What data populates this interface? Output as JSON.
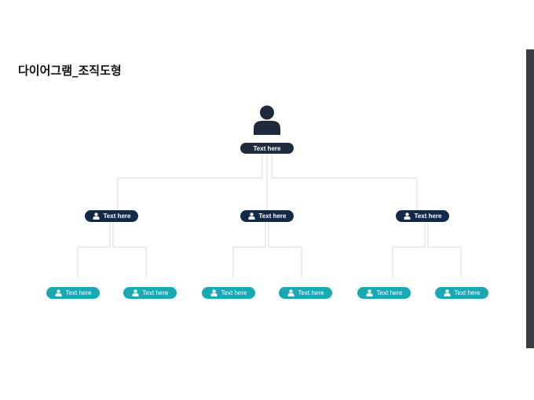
{
  "title": "다이어그램_조직도형",
  "root": {
    "label": "Text here",
    "icon": "person-icon",
    "color": "#1f2a3c"
  },
  "level1": [
    {
      "label": "Text here",
      "icon": "person-icon"
    },
    {
      "label": "Text here",
      "icon": "person-icon"
    },
    {
      "label": "Text here",
      "icon": "person-icon"
    }
  ],
  "level2": [
    {
      "label": "Text here",
      "icon": "person-icon"
    },
    {
      "label": "Text here",
      "icon": "person-icon"
    },
    {
      "label": "Text here",
      "icon": "person-icon"
    },
    {
      "label": "Text here",
      "icon": "person-icon"
    },
    {
      "label": "Text here",
      "icon": "person-icon"
    },
    {
      "label": "Text here",
      "icon": "person-icon"
    }
  ],
  "colors": {
    "level1": "#13294a",
    "level2": "#1aa8b4",
    "connector": "#d9d9d9"
  }
}
